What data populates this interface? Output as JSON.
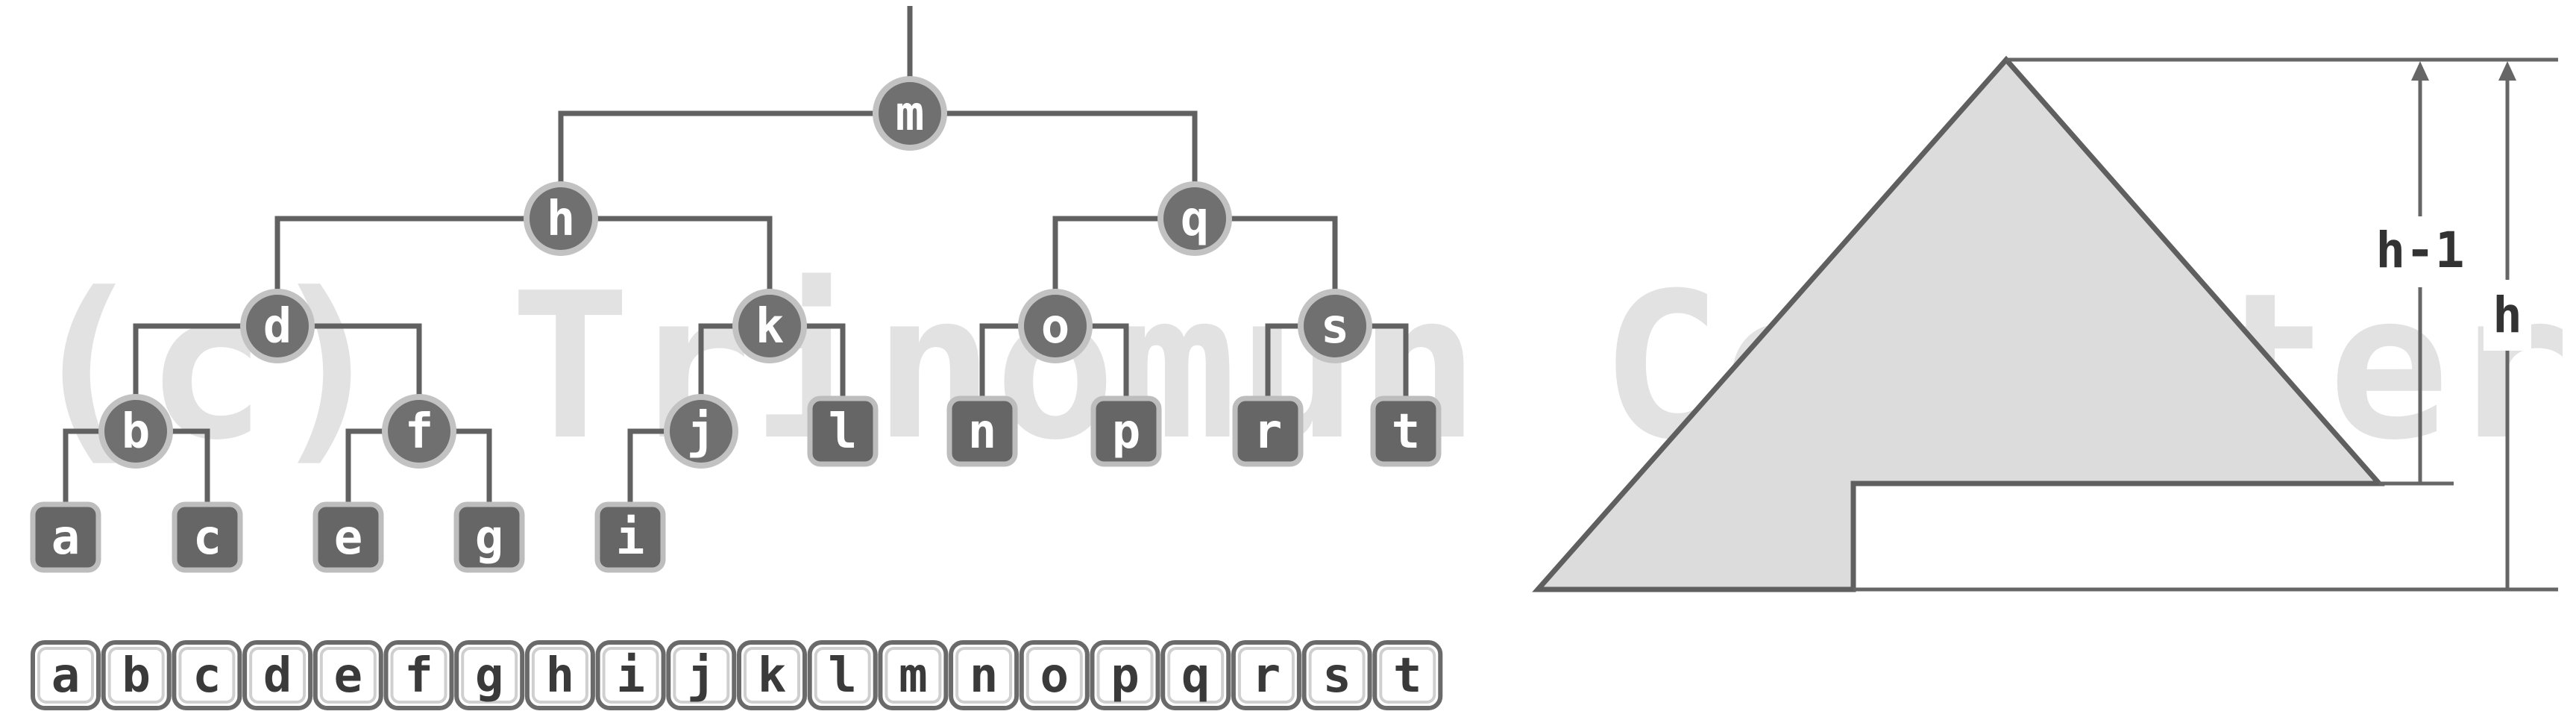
{
  "watermark": "(c) Trinomun Computer",
  "tree": {
    "root": "m",
    "nodes": [
      {
        "label": "m",
        "parent": null,
        "type": "internal"
      },
      {
        "label": "h",
        "parent": "m",
        "type": "internal"
      },
      {
        "label": "q",
        "parent": "m",
        "type": "internal"
      },
      {
        "label": "d",
        "parent": "h",
        "type": "internal"
      },
      {
        "label": "k",
        "parent": "h",
        "type": "internal"
      },
      {
        "label": "o",
        "parent": "q",
        "type": "internal"
      },
      {
        "label": "s",
        "parent": "q",
        "type": "internal"
      },
      {
        "label": "b",
        "parent": "d",
        "type": "internal"
      },
      {
        "label": "f",
        "parent": "d",
        "type": "internal"
      },
      {
        "label": "j",
        "parent": "k",
        "type": "internal"
      },
      {
        "label": "l",
        "parent": "k",
        "type": "leaf"
      },
      {
        "label": "n",
        "parent": "o",
        "type": "leaf"
      },
      {
        "label": "p",
        "parent": "o",
        "type": "leaf"
      },
      {
        "label": "r",
        "parent": "s",
        "type": "leaf"
      },
      {
        "label": "t",
        "parent": "s",
        "type": "leaf"
      },
      {
        "label": "a",
        "parent": "b",
        "type": "leaf"
      },
      {
        "label": "c",
        "parent": "b",
        "type": "leaf"
      },
      {
        "label": "e",
        "parent": "f",
        "type": "leaf"
      },
      {
        "label": "g",
        "parent": "f",
        "type": "leaf"
      },
      {
        "label": "i",
        "parent": "j",
        "type": "leaf"
      }
    ]
  },
  "sequence": [
    "a",
    "b",
    "c",
    "d",
    "e",
    "f",
    "g",
    "h",
    "i",
    "j",
    "k",
    "l",
    "m",
    "n",
    "o",
    "p",
    "q",
    "r",
    "s",
    "t"
  ],
  "height_diagram": {
    "inner_label": "h-1",
    "outer_label": "h"
  },
  "colors": {
    "edge": "#616161",
    "circle_fill": "#707070",
    "circle_stroke": "#c2c2c2",
    "leaf_fill": "#666666",
    "leaf_stroke": "#bdbdbd",
    "node_text": "#ffffff",
    "seq_stroke": "#6a6a6a",
    "seq_inner": "#cfcfcf",
    "seq_text": "#3a3a3a",
    "triangle_fill": "#dcdcdc",
    "triangle_stroke": "#5f5f5f",
    "dim_text": "#333333",
    "watermark": "#e2e2e2"
  }
}
